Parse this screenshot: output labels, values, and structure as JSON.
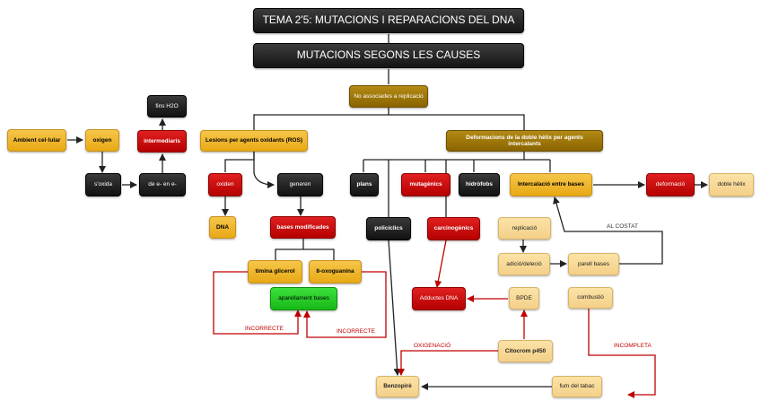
{
  "title": "TEMA 2'5: MUTACIONS I REPARACIONS DEL DNA",
  "subtitle": "MUTACIONS SEGONS LES CAUSES",
  "nodes": {
    "no_associades": "No associades a replicació",
    "fins_h2o": "fins H2O",
    "ambient": "Ambient cel·lular",
    "oxigen": "oxigen",
    "intermediaris": "intermediaris",
    "lesions_ros": "Lesions per agents oxidants (ROS)",
    "deformacions": "Deformacions de la doble hèlix per agents intercalants",
    "soxida": "s'oxida",
    "de_e": "de e- en e-",
    "oxiden": "oxiden",
    "generen": "generen",
    "plans": "plans",
    "mutagenics": "mutagènics",
    "hidrofobs": "hidròfobs",
    "intercalacio": "Intercalació entre bases",
    "deformacio": "deformació",
    "doble_helix": "doble hèlix",
    "dna": "DNA",
    "bases_modificades": "bases modificades",
    "policiclics": "policíclics",
    "carcinogenics": "carcinogènics",
    "replicacio": "replicació",
    "timina": "timina glicerol",
    "oxoguanina": "8-oxoguanina",
    "adicio": "adició/deleció",
    "parell_bases": "parell bases",
    "aparellament": "aparellament bases",
    "adductes": "Adductes DNA",
    "bpde": "BPDE",
    "combustio": "combustió",
    "citocrom": "Citocrom p450",
    "benzopire": "Benzopirè",
    "fum_tabac": "fum del tabac"
  },
  "labels": {
    "al_costat": "AL COSTAT",
    "incorrecte_1": "INCORRECTE",
    "incorrecte_2": "INCORRECTE",
    "oxigenacio": "OXIGENACIÓ",
    "incompleta": "INCOMPLETA"
  },
  "colors": {
    "black_node": "#1e1e1e",
    "brown_node": "#8a6400",
    "gold_node": "#f0b82a",
    "cream_node": "#f8d995",
    "red_node": "#c80000",
    "green_node": "#22c922",
    "red_link": "#c00000",
    "dark_link": "#222222"
  }
}
